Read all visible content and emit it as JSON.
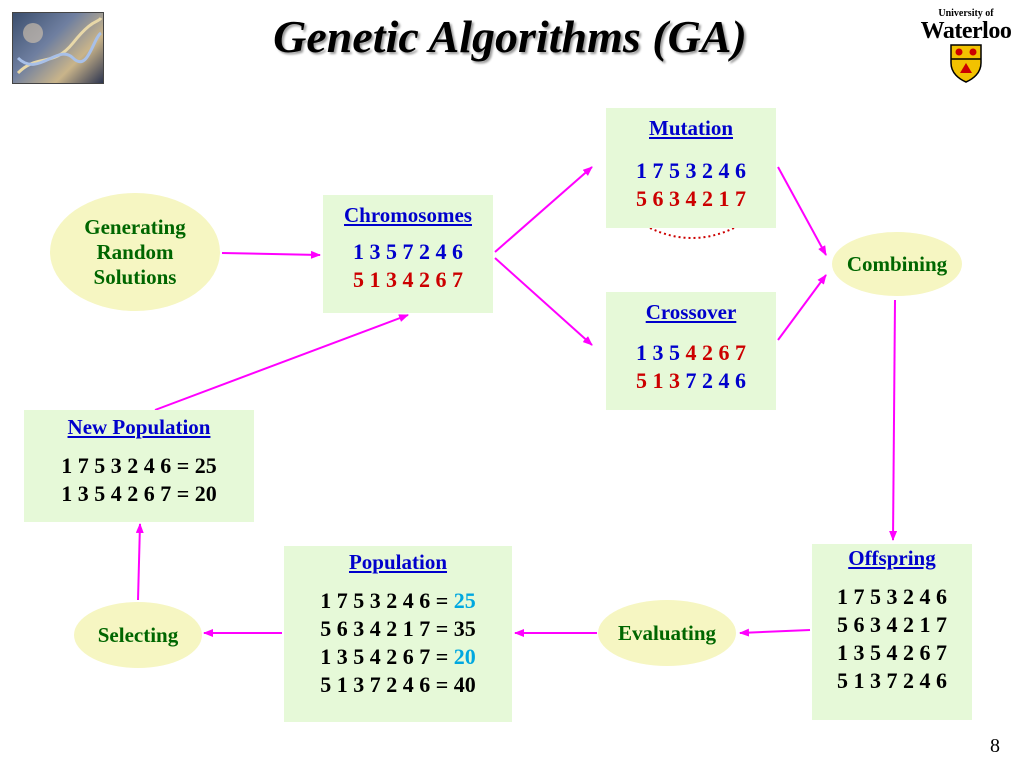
{
  "title": "Genetic Algorithms (GA)",
  "logo": {
    "line1": "University of",
    "line2": "Waterloo"
  },
  "page_number": "8",
  "colors": {
    "box_bg": "#e6f9d8",
    "oval_bg": "#f6f6c2",
    "arrow": "#ff00ff",
    "heading": "#0000cc",
    "blue": "#0000cc",
    "red": "#cc0000",
    "cyan": "#00a8e0",
    "oval_text": "#006600"
  },
  "nodes": {
    "generating": {
      "lines": [
        "Generating",
        "Random",
        "Solutions"
      ]
    },
    "combining": {
      "label": "Combining"
    },
    "evaluating": {
      "label": "Evaluating"
    },
    "selecting": {
      "label": "Selecting"
    }
  },
  "chromosomes": {
    "heading": "Chromosomes",
    "row1": "1 3 5 7 2 4 6",
    "row2": "5 1 3 4 2 6 7"
  },
  "mutation": {
    "heading": "Mutation",
    "row1": "1 7 5 3 2 4 6",
    "row2": "5 6 3 4 2 1 7"
  },
  "crossover": {
    "heading": "Crossover",
    "row1_a": "1 3 5",
    "row1_b": " 4 2 6 7",
    "row2_a": "5 1 3",
    "row2_b": " 7 2 4 6"
  },
  "new_population": {
    "heading": "New Population",
    "rows": [
      "1 7 5 3 2 4 6 = 25",
      "1 3 5 4 2 6 7 = 20"
    ]
  },
  "population": {
    "heading": "Population",
    "rows": [
      {
        "seq": "1 7 5 3 2 4 6 = ",
        "val": "25"
      },
      {
        "seq": "5 6 3 4 2 1 7 = ",
        "val": "35"
      },
      {
        "seq": "1 3 5 4 2 6 7 = ",
        "val": "20"
      },
      {
        "seq": "5 1 3 7 2 4 6 = ",
        "val": "40"
      }
    ]
  },
  "offspring": {
    "heading": "Offspring",
    "rows": [
      "1 7 5 3 2 4 6",
      "5 6 3 4 2 1 7",
      "1 3 5 4 2 6 7",
      "5 1 3 7 2 4 6"
    ]
  }
}
